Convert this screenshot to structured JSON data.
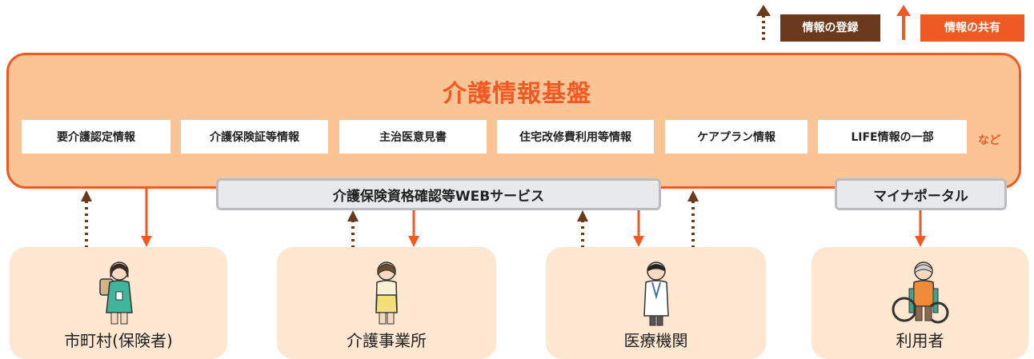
{
  "legend": {
    "registration": "情報の登録",
    "sharing": "情報の共有"
  },
  "platform": {
    "title": "介護情報基盤",
    "items": [
      "要介護認定情報",
      "介護保険証等情報",
      "主治医意見書",
      "住宅改修費利用等情報",
      "ケアプラン情報",
      "LIFE情報の一部"
    ],
    "etc": "など"
  },
  "services": {
    "web_service": "介護保険資格確認等WEBサービス",
    "mynaportal": "マイナポータル"
  },
  "actors": [
    "市町村(保険者)",
    "介護事業所",
    "医療機関",
    "利用者"
  ],
  "colors": {
    "accent": "#ef5a24",
    "registration": "#6b3a1c",
    "platform_fill": "#fbc495",
    "actor_fill": "#fde7d1",
    "service_fill": "#e7e9ea"
  }
}
